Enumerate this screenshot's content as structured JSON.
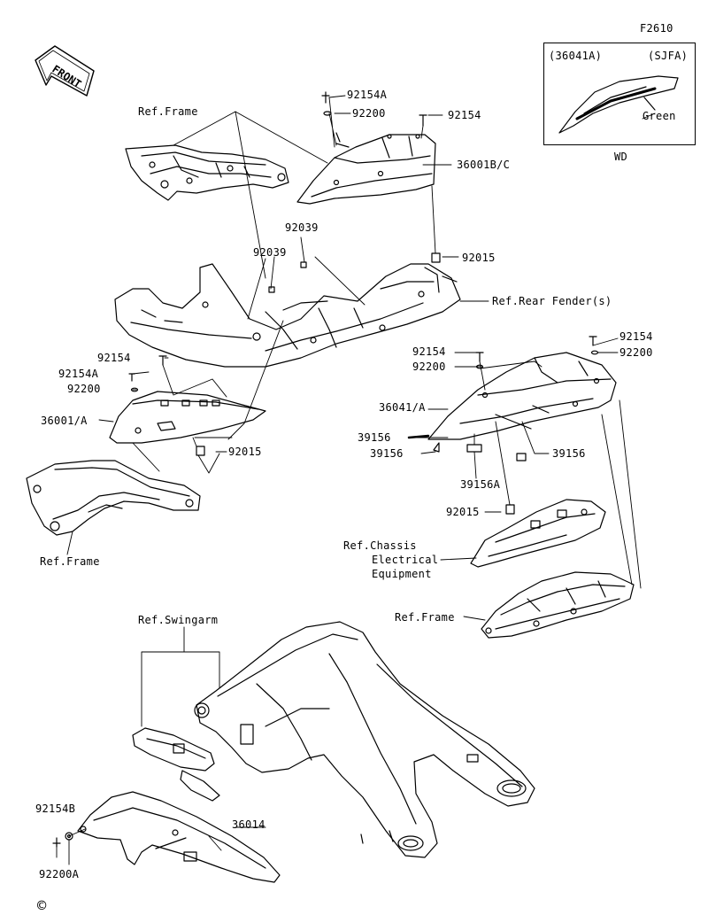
{
  "figure_code": "F2610",
  "front_badge": "FRONT",
  "copyright_symbol": "©",
  "inset": {
    "part_code": "(36041A)",
    "paint_code": "(SJFA)",
    "color_name": "Green",
    "variant": "WD",
    "accent_color": "#000000"
  },
  "part_labels": {
    "p92154A_top": "92154A",
    "p92200_top": "92200",
    "p92154_top": "92154",
    "p36001BC": "36001B/C",
    "p92039_a": "92039",
    "p92039_b": "92039",
    "p92015_top": "92015",
    "p92154_left": "92154",
    "p92154A_left": "92154A",
    "p92200_left": "92200",
    "p36001A": "36001/A",
    "p92015_left": "92015",
    "p92154_mid": "92154",
    "p92200_mid": "92200",
    "p92154_right": "92154",
    "p92200_right": "92200",
    "p36041A": "36041/A",
    "p39156_a": "39156",
    "p39156_b": "39156",
    "p39156_c": "39156",
    "p39156A": "39156A",
    "p92015_mid": "92015",
    "p92154B": "92154B",
    "p92200A": "92200A",
    "p36014": "36014"
  },
  "ref_labels": {
    "frame_top": "Ref.Frame",
    "frame_left": "Ref.Frame",
    "frame_right": "Ref.Frame",
    "rear_fender": "Ref.Rear Fender(s)",
    "chassis_l1": "Ref.Chassis",
    "chassis_l2": "Electrical",
    "chassis_l3": "Equipment",
    "swingarm": "Ref.Swingarm"
  }
}
